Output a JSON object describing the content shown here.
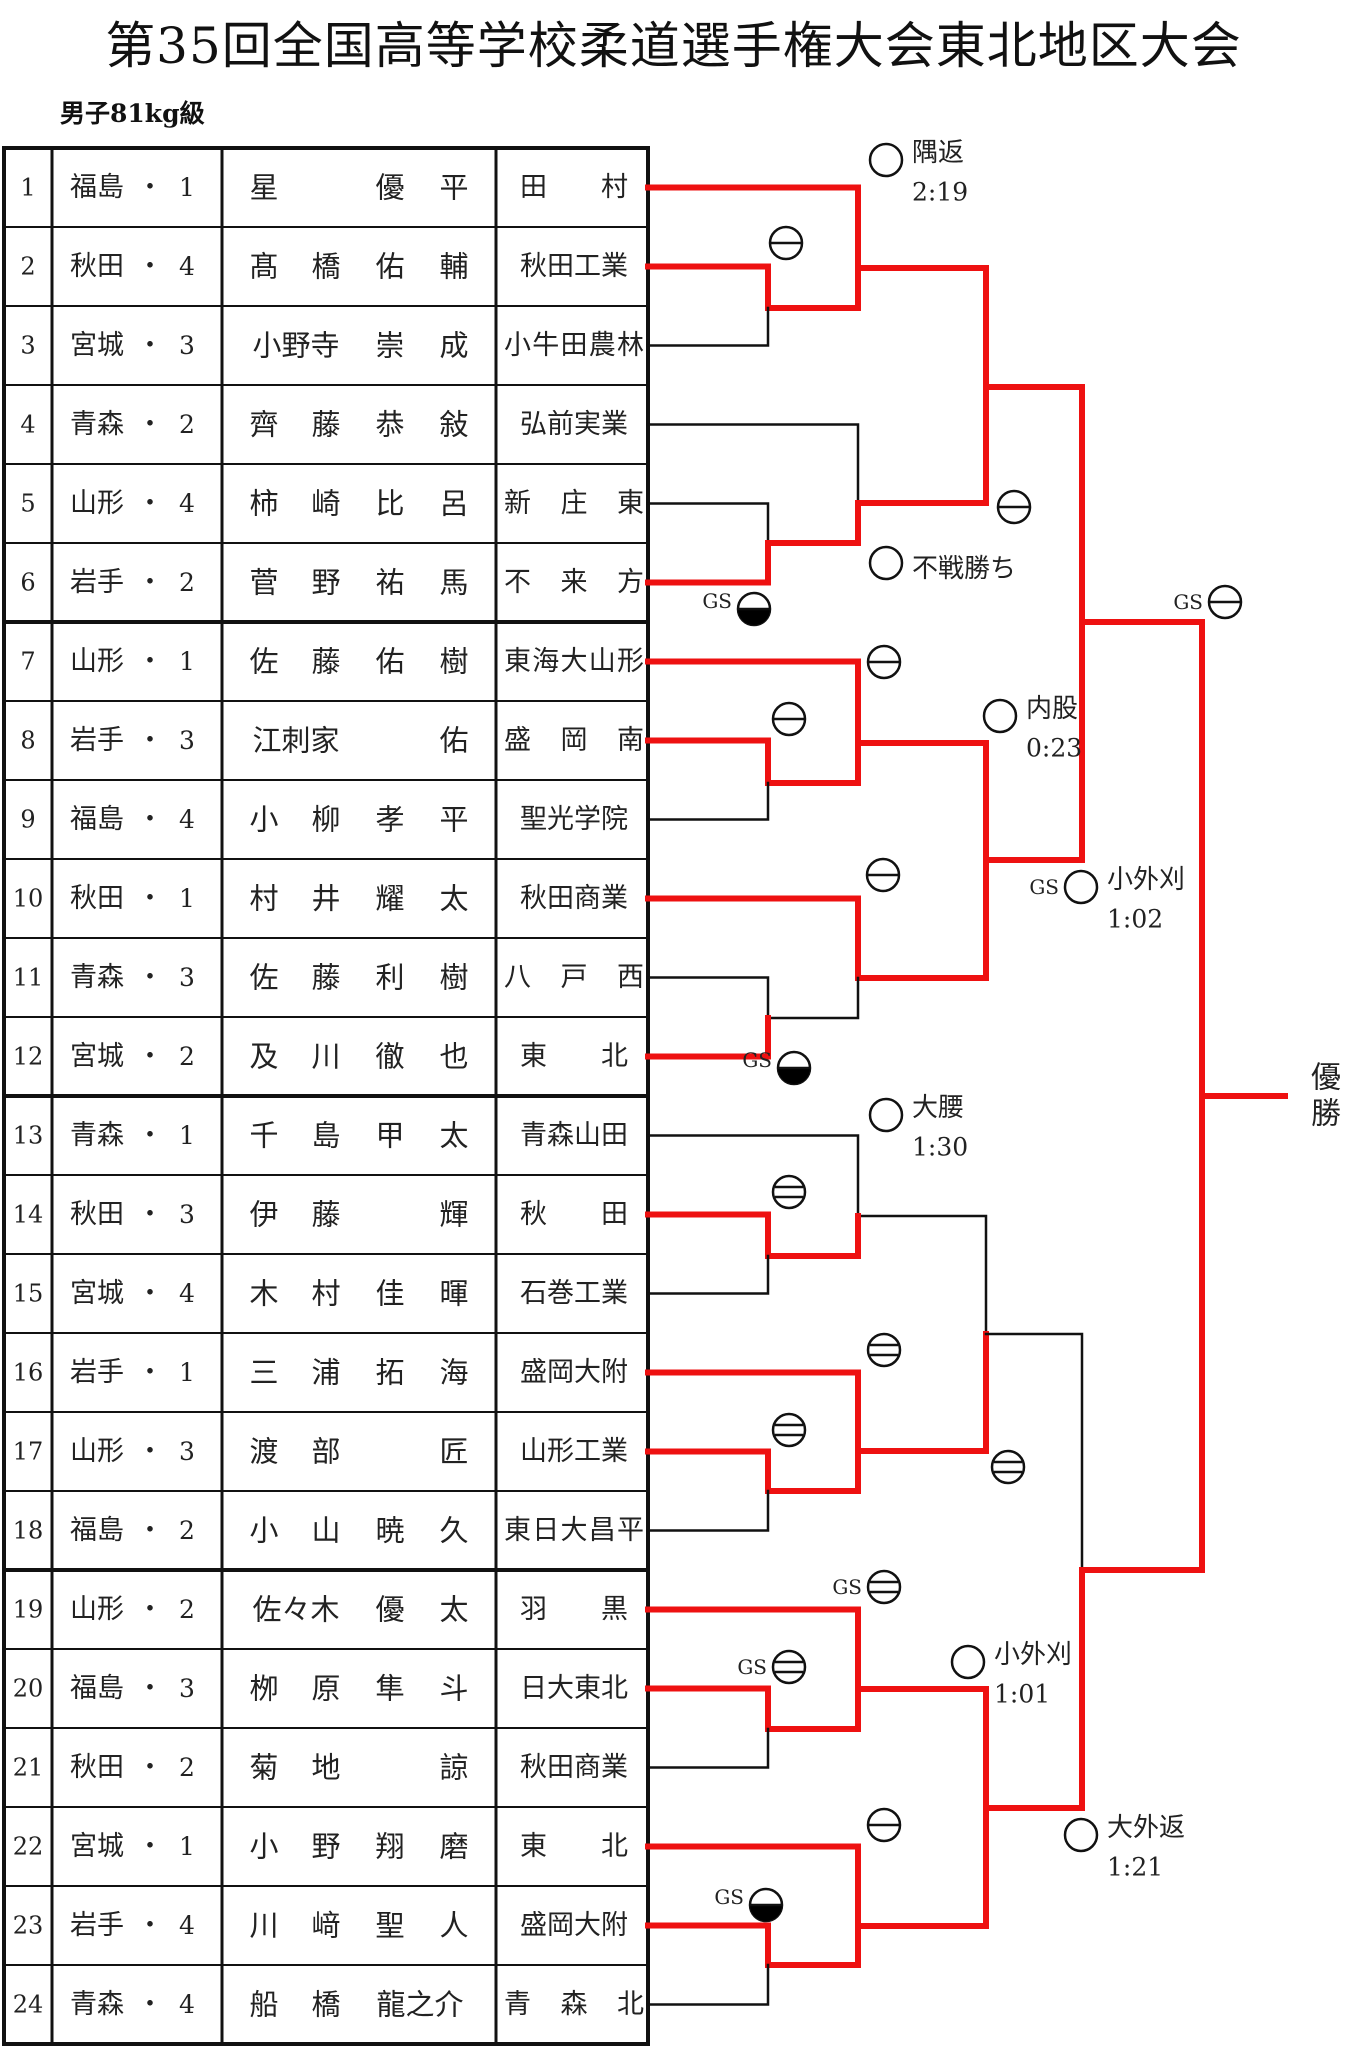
{
  "title": "第35回全国高等学校柔道選手権大会東北地区大会",
  "division": "男子81kg級",
  "champion_label": [
    "優",
    "勝"
  ],
  "colors": {
    "winner_line": "#ee1111",
    "line": "#111111"
  },
  "entries": [
    {
      "no": "1",
      "pref": "福島",
      "seed": "1",
      "name": [
        "星",
        "",
        "優",
        "平"
      ],
      "school": "田　　村"
    },
    {
      "no": "2",
      "pref": "秋田",
      "seed": "4",
      "name": [
        "髙",
        "橋",
        "佑",
        "輔"
      ],
      "school": "秋田工業"
    },
    {
      "no": "3",
      "pref": "宮城",
      "seed": "3",
      "name": [
        "小野寺",
        "",
        "崇",
        "成"
      ],
      "school": "小牛田農林"
    },
    {
      "no": "4",
      "pref": "青森",
      "seed": "2",
      "name": [
        "齊",
        "藤",
        "恭",
        "敍"
      ],
      "school": "弘前実業"
    },
    {
      "no": "5",
      "pref": "山形",
      "seed": "4",
      "name": [
        "柿",
        "崎",
        "比",
        "呂"
      ],
      "school": "新 庄 東"
    },
    {
      "no": "6",
      "pref": "岩手",
      "seed": "2",
      "name": [
        "菅",
        "野",
        "祐",
        "馬"
      ],
      "school": "不 来 方"
    },
    {
      "no": "7",
      "pref": "山形",
      "seed": "1",
      "name": [
        "佐",
        "藤",
        "佑",
        "樹"
      ],
      "school": "東海大山形"
    },
    {
      "no": "8",
      "pref": "岩手",
      "seed": "3",
      "name": [
        "江刺家",
        "",
        "",
        "佑"
      ],
      "school": "盛 岡 南"
    },
    {
      "no": "9",
      "pref": "福島",
      "seed": "4",
      "name": [
        "小",
        "柳",
        "孝",
        "平"
      ],
      "school": "聖光学院"
    },
    {
      "no": "10",
      "pref": "秋田",
      "seed": "1",
      "name": [
        "村",
        "井",
        "耀",
        "太"
      ],
      "school": "秋田商業"
    },
    {
      "no": "11",
      "pref": "青森",
      "seed": "3",
      "name": [
        "佐",
        "藤",
        "利",
        "樹"
      ],
      "school": "八 戸 西"
    },
    {
      "no": "12",
      "pref": "宮城",
      "seed": "2",
      "name": [
        "及",
        "川",
        "徹",
        "也"
      ],
      "school": "東　　北"
    },
    {
      "no": "13",
      "pref": "青森",
      "seed": "1",
      "name": [
        "千",
        "島",
        "甲",
        "太"
      ],
      "school": "青森山田"
    },
    {
      "no": "14",
      "pref": "秋田",
      "seed": "3",
      "name": [
        "伊",
        "藤",
        "",
        "輝"
      ],
      "school": "秋　　田"
    },
    {
      "no": "15",
      "pref": "宮城",
      "seed": "4",
      "name": [
        "木",
        "村",
        "佳",
        "暉"
      ],
      "school": "石巻工業"
    },
    {
      "no": "16",
      "pref": "岩手",
      "seed": "1",
      "name": [
        "三",
        "浦",
        "拓",
        "海"
      ],
      "school": "盛岡大附"
    },
    {
      "no": "17",
      "pref": "山形",
      "seed": "3",
      "name": [
        "渡",
        "部",
        "",
        "匠"
      ],
      "school": "山形工業"
    },
    {
      "no": "18",
      "pref": "福島",
      "seed": "2",
      "name": [
        "小",
        "山",
        "暁",
        "久"
      ],
      "school": "東日大昌平"
    },
    {
      "no": "19",
      "pref": "山形",
      "seed": "2",
      "name": [
        "佐々木",
        "",
        "優",
        "太"
      ],
      "school": "羽　　黒"
    },
    {
      "no": "20",
      "pref": "福島",
      "seed": "3",
      "name": [
        "栁",
        "原",
        "隼",
        "斗"
      ],
      "school": "日大東北"
    },
    {
      "no": "21",
      "pref": "秋田",
      "seed": "2",
      "name": [
        "菊",
        "地",
        "",
        "諒"
      ],
      "school": "秋田商業"
    },
    {
      "no": "22",
      "pref": "宮城",
      "seed": "1",
      "name": [
        "小",
        "野",
        "翔",
        "磨"
      ],
      "school": "東　　北"
    },
    {
      "no": "23",
      "pref": "岩手",
      "seed": "4",
      "name": [
        "川",
        "﨑",
        "聖",
        "人"
      ],
      "school": "盛岡大附"
    },
    {
      "no": "24",
      "pref": "青森",
      "seed": "4",
      "name": [
        "船",
        "橋",
        "龍之介",
        ""
      ],
      "school": "青 森 北"
    }
  ],
  "results": [
    {
      "mark": "ippon",
      "gs": "",
      "technique": "隅返",
      "time": "2:19"
    },
    {
      "mark": "yuko",
      "gs": "",
      "technique": "",
      "time": ""
    },
    {
      "mark": "yuko",
      "gs": "",
      "technique": "",
      "time": ""
    },
    {
      "mark": "ippon",
      "gs": "",
      "technique": "不戦勝ち",
      "time": ""
    },
    {
      "mark": "half",
      "gs": "GS",
      "technique": "",
      "time": ""
    },
    {
      "mark": "yuko",
      "gs": "GS",
      "technique": "",
      "time": ""
    },
    {
      "mark": "yuko",
      "gs": "",
      "technique": "",
      "time": ""
    },
    {
      "mark": "yuko",
      "gs": "",
      "technique": "",
      "time": ""
    },
    {
      "mark": "ippon",
      "gs": "",
      "technique": "内股",
      "time": "0:23"
    },
    {
      "mark": "yuko",
      "gs": "",
      "technique": "",
      "time": ""
    },
    {
      "mark": "ippon",
      "gs": "GS",
      "technique": "小外刈",
      "time": "1:02"
    },
    {
      "mark": "half",
      "gs": "GS",
      "technique": "",
      "time": ""
    },
    {
      "mark": "ippon",
      "gs": "",
      "technique": "大腰",
      "time": "1:30"
    },
    {
      "mark": "waza",
      "gs": "",
      "technique": "",
      "time": ""
    },
    {
      "mark": "waza",
      "gs": "",
      "technique": "",
      "time": ""
    },
    {
      "mark": "waza",
      "gs": "",
      "technique": "",
      "time": ""
    },
    {
      "mark": "waza",
      "gs": "",
      "technique": "",
      "time": ""
    },
    {
      "mark": "waza",
      "gs": "GS",
      "technique": "",
      "time": ""
    },
    {
      "mark": "waza",
      "gs": "GS",
      "technique": "",
      "time": ""
    },
    {
      "mark": "ippon",
      "gs": "",
      "technique": "小外刈",
      "time": "1:01"
    },
    {
      "mark": "yuko",
      "gs": "",
      "technique": "",
      "time": ""
    },
    {
      "mark": "half",
      "gs": "GS",
      "technique": "",
      "time": ""
    },
    {
      "mark": "ippon",
      "gs": "",
      "technique": "大外返",
      "time": "1:21"
    }
  ]
}
